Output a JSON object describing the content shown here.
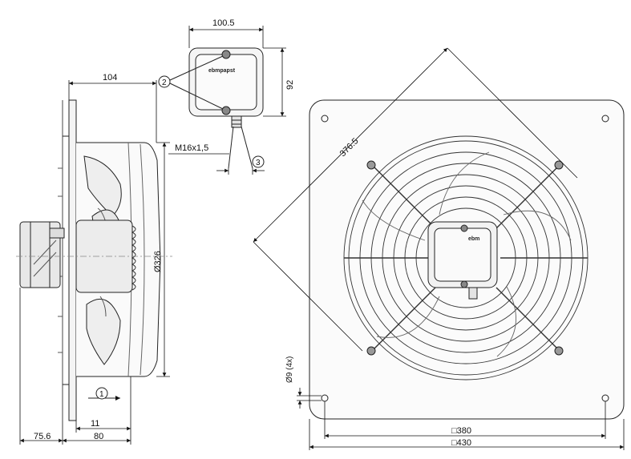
{
  "dimensions": {
    "side_depth": "104",
    "side_diameter": "Ø326",
    "side_overhang": "75.6",
    "side_flange_offset": "11",
    "side_base": "80",
    "box_width": "100.5",
    "box_height": "92",
    "cable_gland": "M16x1,5",
    "front_diagonal": "376.5",
    "hole_diameter": "Ø9 (4x)",
    "hole_pitch": "□380",
    "plate_size": "□430"
  },
  "callouts": {
    "airflow": "1",
    "screws": "2",
    "gland": "3"
  },
  "logos": {
    "box_logo": "ebmpapst",
    "front_logo": "ebm"
  }
}
